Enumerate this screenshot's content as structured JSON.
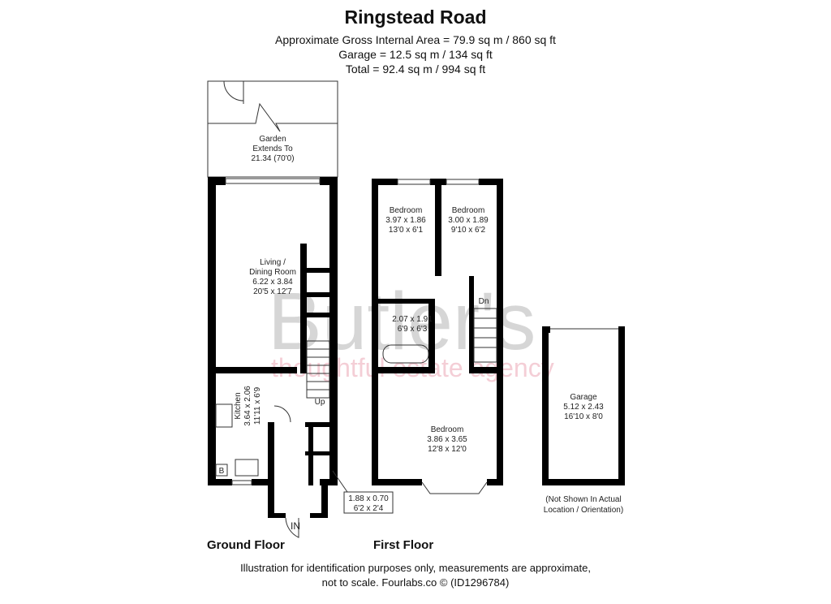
{
  "header": {
    "title": "Ringstead Road",
    "area_line": "Approximate Gross Internal Area = 79.9 sq m / 860 sq ft",
    "garage_line": "Garage = 12.5 sq m / 134 sq ft",
    "total_line": "Total = 92.4 sq m / 994 sq ft"
  },
  "watermark": {
    "brand": "Butler's",
    "tagline": "thoughtful estate agency",
    "accent_color": "#f2a7b6"
  },
  "ground_floor": {
    "label": "Ground Floor",
    "garden": {
      "name": "Garden",
      "line2": "Extends To",
      "dims": "21.34 (70'0)"
    },
    "living": {
      "name": "Living /",
      "name2": "Dining Room",
      "metric": "6.22 x 3.84",
      "imperial": "20'5 x 12'7"
    },
    "kitchen": {
      "name": "Kitchen",
      "metric": "3.64 x 2.06",
      "imperial": "11'11 x 6'9"
    },
    "porch": {
      "metric": "1.88 x 0.70",
      "imperial": "6'2 x 2'4"
    },
    "up": "Up",
    "entrance": "IN",
    "boiler": "B"
  },
  "first_floor": {
    "label": "First Floor",
    "bedroom1": {
      "name": "Bedroom",
      "metric": "3.97 x 1.86",
      "imperial": "13'0 x 6'1"
    },
    "bedroom2": {
      "name": "Bedroom",
      "metric": "3.00 x 1.89",
      "imperial": "9'10 x 6'2"
    },
    "bathroom": {
      "metric": "2.07 x 1.91",
      "imperial": "6'9 x 6'3"
    },
    "bedroom3": {
      "name": "Bedroom",
      "metric": "3.86 x 3.65",
      "imperial": "12'8 x 12'0"
    },
    "down": "Dn"
  },
  "garage": {
    "name": "Garage",
    "metric": "5.12 x 2.43",
    "imperial": "16'10 x 8'0",
    "note1": "(Not Shown In Actual",
    "note2": "Location / Orientation)"
  },
  "footer": {
    "line1": "Illustration for identification purposes only, measurements are approximate,",
    "line2": "not to scale. Fourlabs.co © (ID1296784)"
  }
}
